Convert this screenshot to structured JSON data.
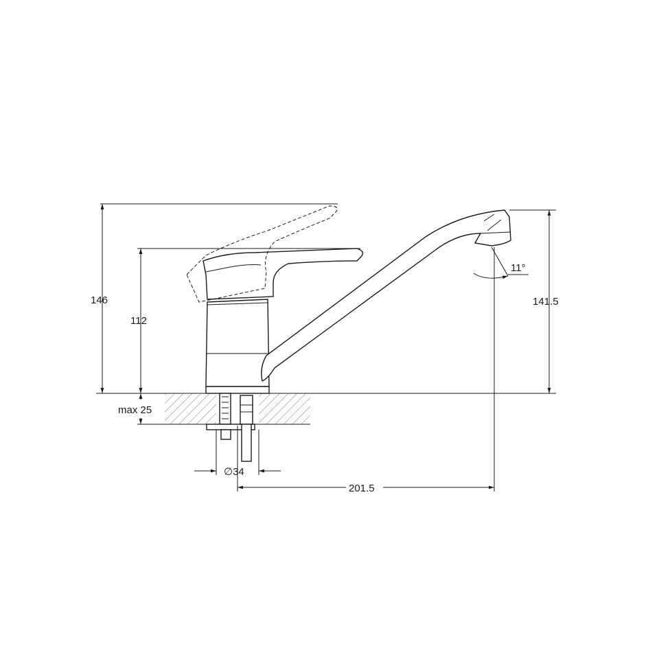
{
  "dimensions": {
    "total_height": "146",
    "body_height": "112",
    "spout_height": "141.5",
    "max_counter": "max 25",
    "diameter": "∅34",
    "reach": "201.5",
    "angle": "11°"
  },
  "colors": {
    "line": "#1a1a1a",
    "background": "#ffffff",
    "hatch": "#555555"
  }
}
